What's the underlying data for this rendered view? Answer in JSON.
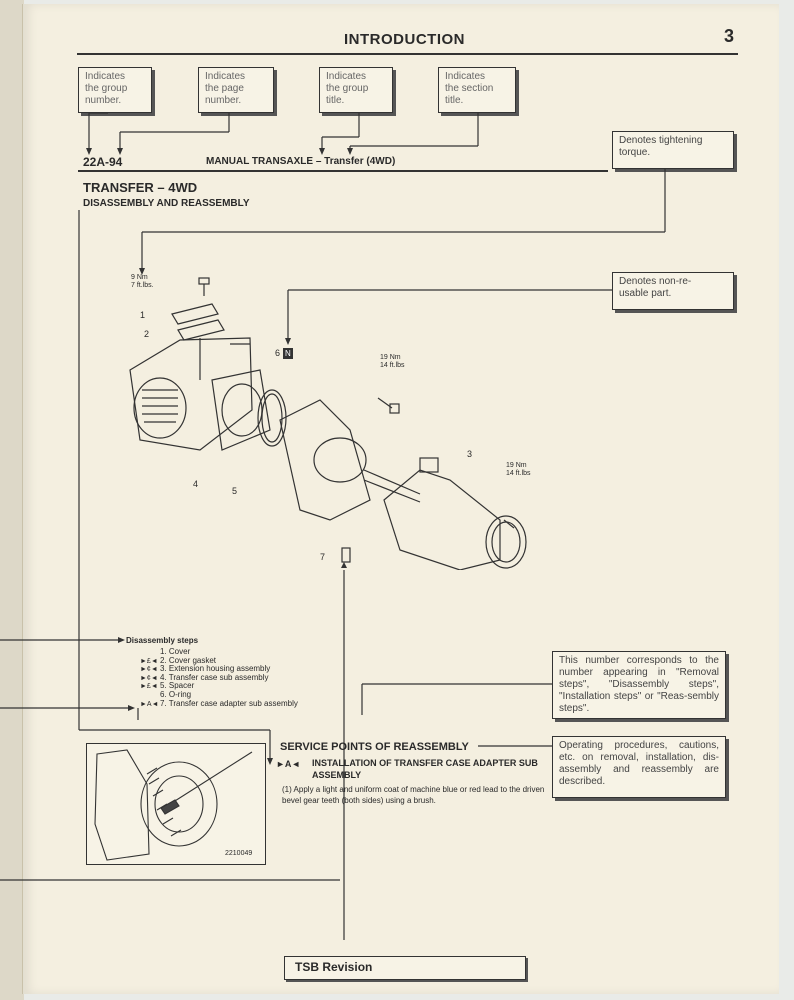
{
  "header": {
    "title": "INTRODUCTION",
    "page_number": "3"
  },
  "callouts_top": [
    {
      "text": "Indicates\nthe group\nnumber."
    },
    {
      "text": "Indicates\nthe page\nnumber."
    },
    {
      "text": "Indicates\nthe group\ntitle."
    },
    {
      "text": "Indicates\nthe section\ntitle."
    }
  ],
  "callout_torque": "Denotes tightening\ntorque.",
  "callout_nonreusable": "Denotes non-re-\nusable part.",
  "callout_steps": "This number corresponds to the number appearing in \"Removal steps\", \"Disassembly steps\", \"Installation steps\" or \"Reas-sembly steps\".",
  "callout_service": "Operating procedures, cautions, etc. on removal, installation, dis-assembly and reassembly are described.",
  "manual": {
    "page_code": "22A-94",
    "group_title": "MANUAL TRANSAXLE – Transfer (4WD)",
    "section_title": "TRANSFER – 4WD",
    "subsection_title": "DISASSEMBLY AND REASSEMBLY"
  },
  "diagram": {
    "torque_top": "9 Nm\n7 ft.lbs.",
    "torque_mid": "19 Nm\n14 ft.lbs",
    "torque_right": "19 Nm\n14 ft.lbs",
    "labels": [
      "1",
      "2",
      "3",
      "4",
      "5",
      "6",
      "7"
    ],
    "nonreusable_mark": "N"
  },
  "steps": {
    "title": "Disassembly steps",
    "items": [
      {
        "mark": "",
        "text": "1. Cover"
      },
      {
        "mark": "►£◄",
        "text": "2. Cover gasket"
      },
      {
        "mark": "►¢◄",
        "text": "3. Extension housing assembly"
      },
      {
        "mark": "►¢◄",
        "text": "4. Transfer case sub assembly"
      },
      {
        "mark": "►£◄",
        "text": "5. Spacer"
      },
      {
        "mark": "",
        "text": "6. O-ring"
      },
      {
        "mark": "►A◄",
        "text": "7. Transfer case adapter sub assembly"
      }
    ]
  },
  "service": {
    "title": "SERVICE POINTS OF REASSEMBLY",
    "item_mark": "►A◄",
    "item_title": "INSTALLATION OF TRANSFER CASE ADAPTER SUB ASSEMBLY",
    "instruction": "(1) Apply a light and uniform coat of machine blue or red lead to the driven bevel gear teeth (both sides) using a brush.",
    "figure_code": "2210049"
  },
  "footer": {
    "label": "TSB Revision"
  }
}
